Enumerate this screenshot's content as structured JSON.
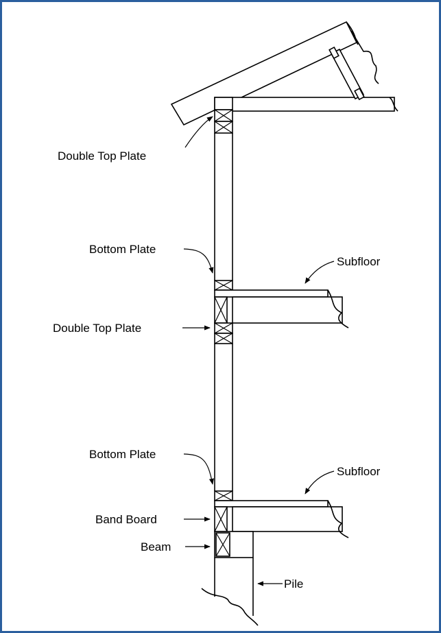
{
  "labels": {
    "double_top_plate_upper": "Double Top Plate",
    "bottom_plate_upper": "Bottom Plate",
    "subfloor_upper": "Subfloor",
    "double_top_plate_lower": "Double Top Plate",
    "bottom_plate_lower": "Bottom Plate",
    "subfloor_lower": "Subfloor",
    "band_board": "Band Board",
    "beam": "Beam",
    "pile": "Pile"
  },
  "colors": {
    "frame_border": "#2b5f9e",
    "line": "#000000",
    "background": "#ffffff"
  }
}
